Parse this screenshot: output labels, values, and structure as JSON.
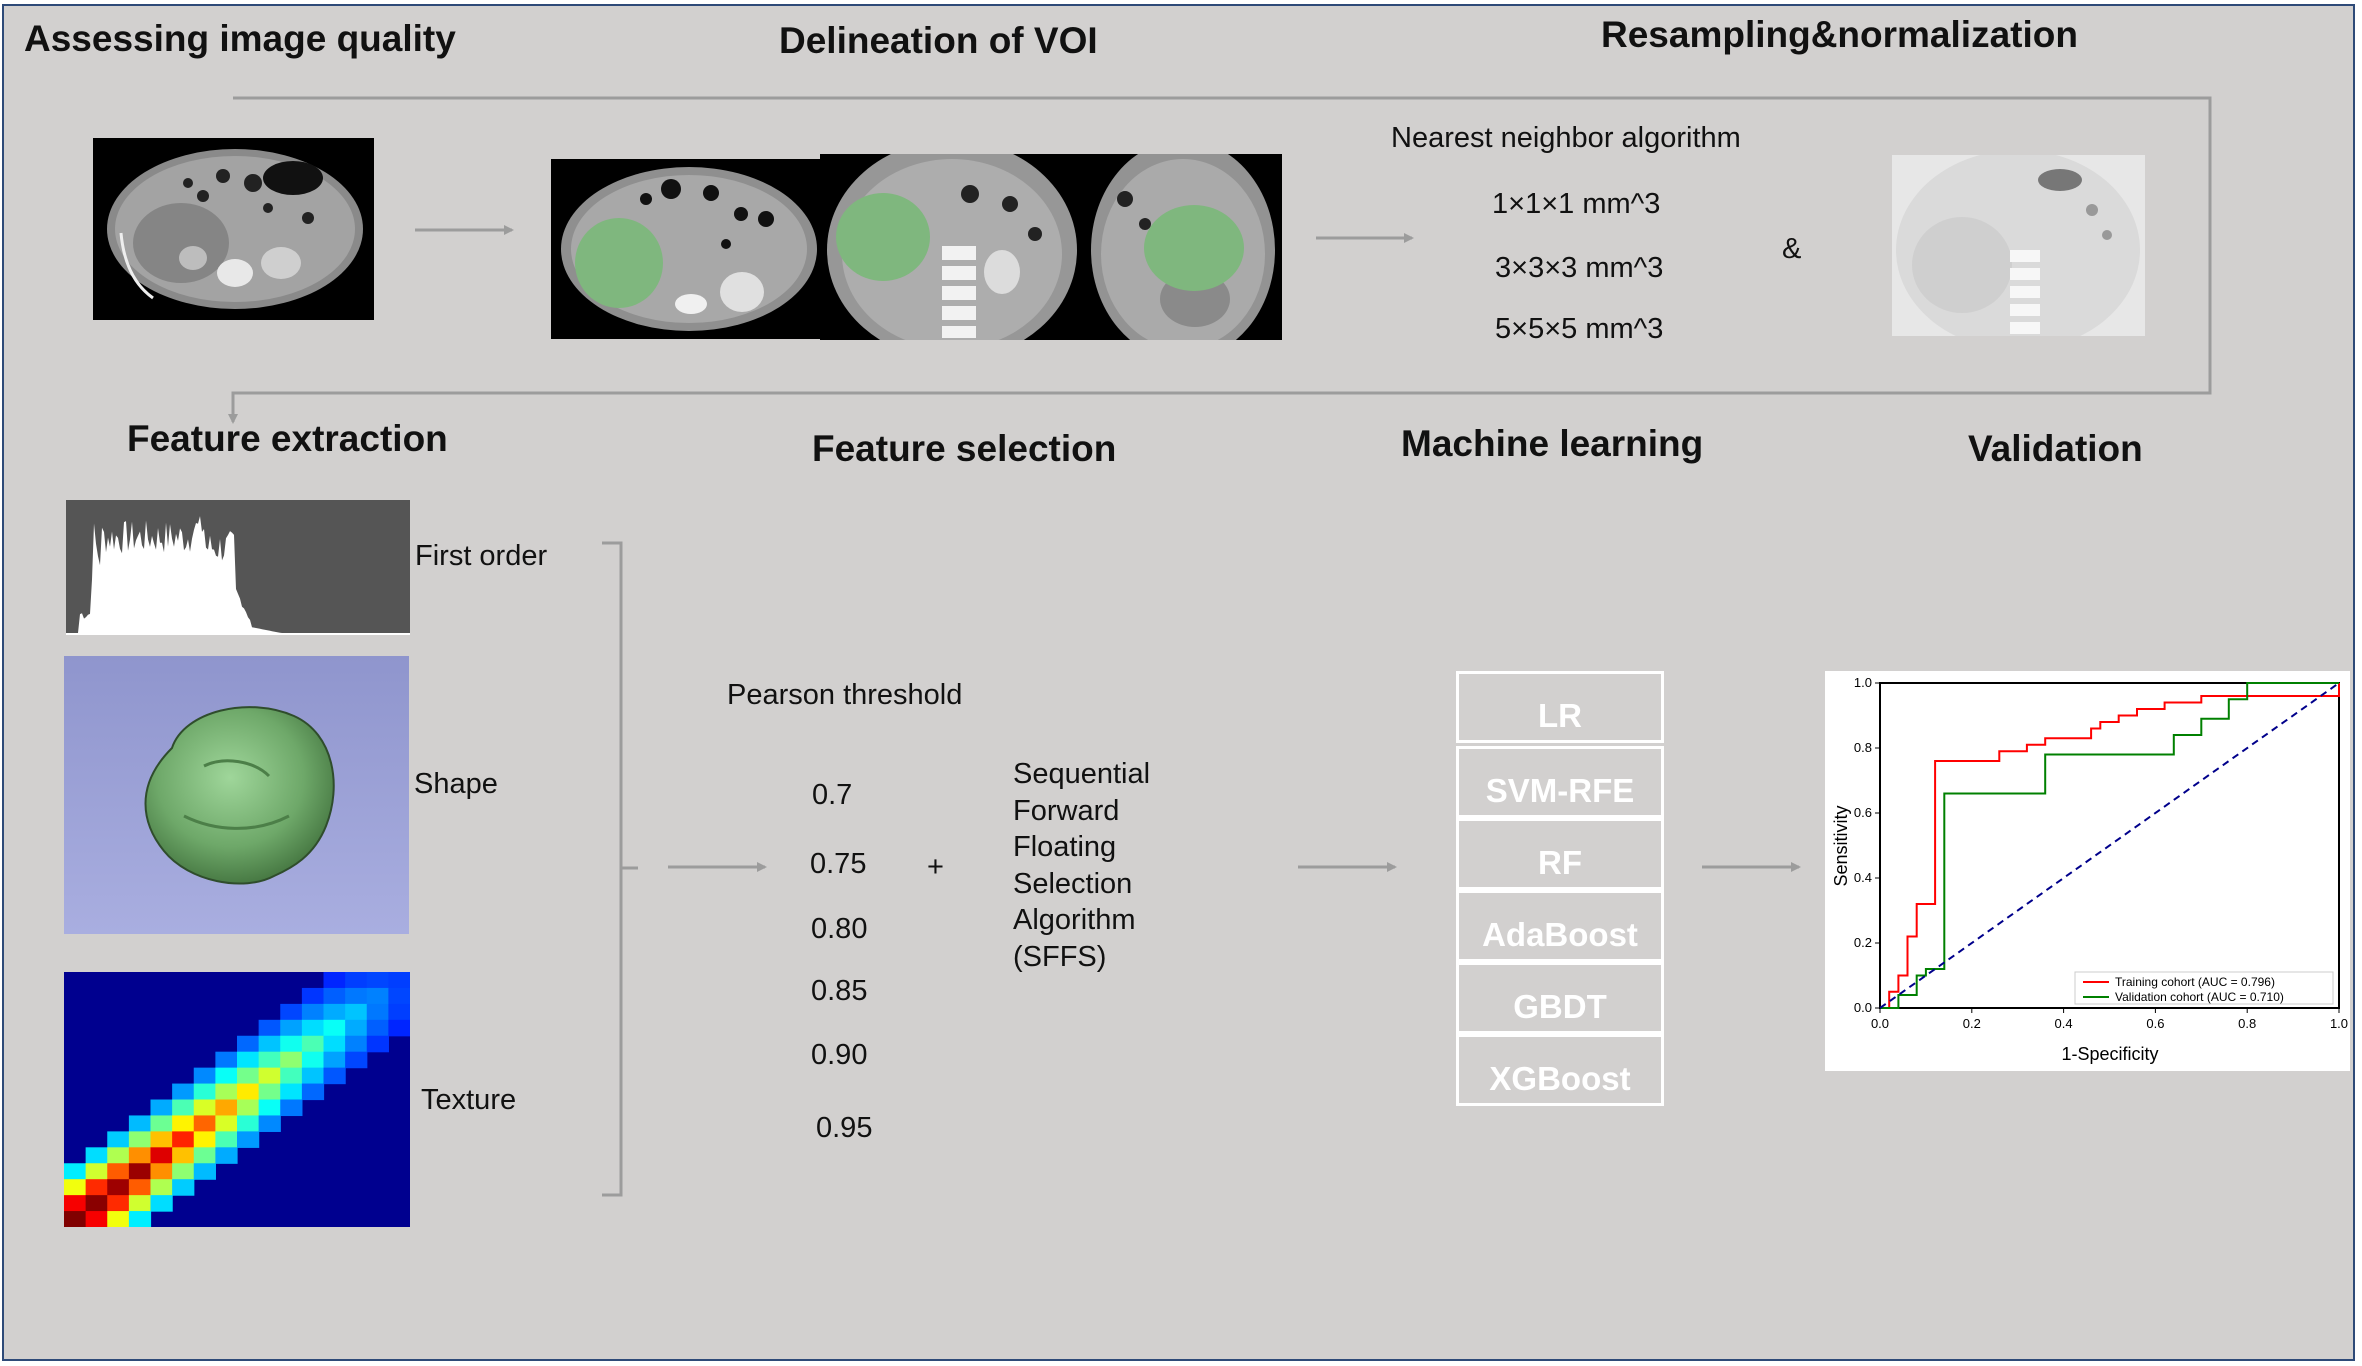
{
  "headings": {
    "quality": "Assessing image quality",
    "voi": "Delineation of VOI",
    "resampling": "Resampling&normalization",
    "extraction": "Feature extraction",
    "selection": "Feature selection",
    "ml": "Machine learning",
    "validation": "Validation"
  },
  "resampling": {
    "algorithm": "Nearest neighbor algorithm",
    "sizes": [
      "1×1×1 mm^3",
      "3×3×3 mm^3",
      "5×5×5 mm^3"
    ],
    "and": "&"
  },
  "features": {
    "first_order": "First order",
    "shape": "Shape",
    "texture": "Texture"
  },
  "selection": {
    "pearson": "Pearson threshold",
    "thresholds": [
      "0.7",
      "0.75",
      "0.80",
      "0.85",
      "0.90",
      "0.95"
    ],
    "plus": "+",
    "sffs": [
      "Sequential",
      "Forward",
      "Floating",
      "Selection",
      "Algorithm",
      "(SFFS)"
    ]
  },
  "ml_models": [
    "LR",
    "SVM-RFE",
    "RF",
    "AdaBoost",
    "GBDT",
    "XGBoost"
  ],
  "colors": {
    "frame": "#d2d0cf",
    "border": "#2e4a78",
    "arrow": "#9c9c9c",
    "voi": "#7fb77e",
    "training": "#ff0000",
    "validation": "#008000",
    "chance": "#00008b"
  },
  "chart_data": {
    "type": "line",
    "xlabel": "1-Specificity",
    "ylabel": "Sensitivity",
    "xlim": [
      0,
      1
    ],
    "ylim": [
      0,
      1
    ],
    "xticks": [
      "0.0",
      "0.2",
      "0.4",
      "0.6",
      "0.8",
      "1.0"
    ],
    "yticks": [
      "0.0",
      "0.2",
      "0.4",
      "0.6",
      "0.8",
      "1.0"
    ],
    "legend_position": "bottom-right",
    "grid": false,
    "series": [
      {
        "name": "Training cohort (AUC = 0.796)",
        "color": "#ff0000",
        "x": [
          0,
          0.02,
          0.02,
          0.04,
          0.04,
          0.06,
          0.06,
          0.08,
          0.08,
          0.12,
          0.12,
          0.26,
          0.26,
          0.32,
          0.32,
          0.36,
          0.36,
          0.46,
          0.46,
          0.48,
          0.48,
          0.52,
          0.52,
          0.56,
          0.56,
          0.62,
          0.62,
          0.7,
          0.7,
          1.0,
          1.0
        ],
        "y": [
          0,
          0,
          0.05,
          0.05,
          0.1,
          0.1,
          0.22,
          0.22,
          0.32,
          0.32,
          0.76,
          0.76,
          0.79,
          0.79,
          0.81,
          0.81,
          0.83,
          0.83,
          0.86,
          0.86,
          0.88,
          0.88,
          0.9,
          0.9,
          0.92,
          0.92,
          0.94,
          0.94,
          0.96,
          0.96,
          1.0
        ]
      },
      {
        "name": "Validation cohort (AUC = 0.710)",
        "color": "#008000",
        "x": [
          0,
          0.04,
          0.04,
          0.08,
          0.08,
          0.1,
          0.1,
          0.14,
          0.14,
          0.36,
          0.36,
          0.64,
          0.64,
          0.7,
          0.7,
          0.76,
          0.76,
          0.8,
          0.8,
          0.86,
          0.86,
          0.94,
          0.94,
          1.0,
          1.0
        ],
        "y": [
          0,
          0,
          0.04,
          0.04,
          0.1,
          0.1,
          0.12,
          0.12,
          0.66,
          0.66,
          0.78,
          0.78,
          0.84,
          0.84,
          0.89,
          0.89,
          0.95,
          0.95,
          1.0,
          1.0,
          1.0,
          1.0,
          1.0,
          1.0,
          1.0
        ]
      },
      {
        "name": "",
        "color": "#00008b",
        "style": "dashed",
        "x": [
          0,
          1
        ],
        "y": [
          0,
          1
        ]
      }
    ]
  }
}
